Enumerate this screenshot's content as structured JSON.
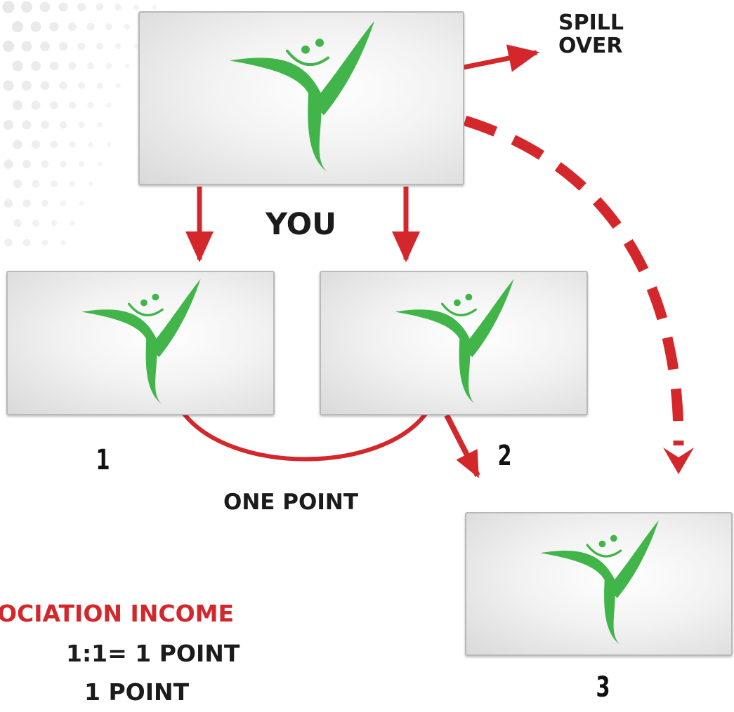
{
  "labels": {
    "spill_over_line1": "SPILL",
    "spill_over_line2": "OVER",
    "you": "YOU",
    "one_point": "ONE POINT",
    "pos1": "1",
    "pos2": "2",
    "pos3": "3"
  },
  "income": {
    "title": "OCIATION INCOME",
    "ratio": "1:1= 1 POINT",
    "points": "1 POINT"
  },
  "colors": {
    "arrow": "#d3272b",
    "logo": "#41b549",
    "title_text": "#d3272b",
    "text": "#1b1b1b"
  },
  "icons": [
    "smiling-y-person-logo"
  ]
}
